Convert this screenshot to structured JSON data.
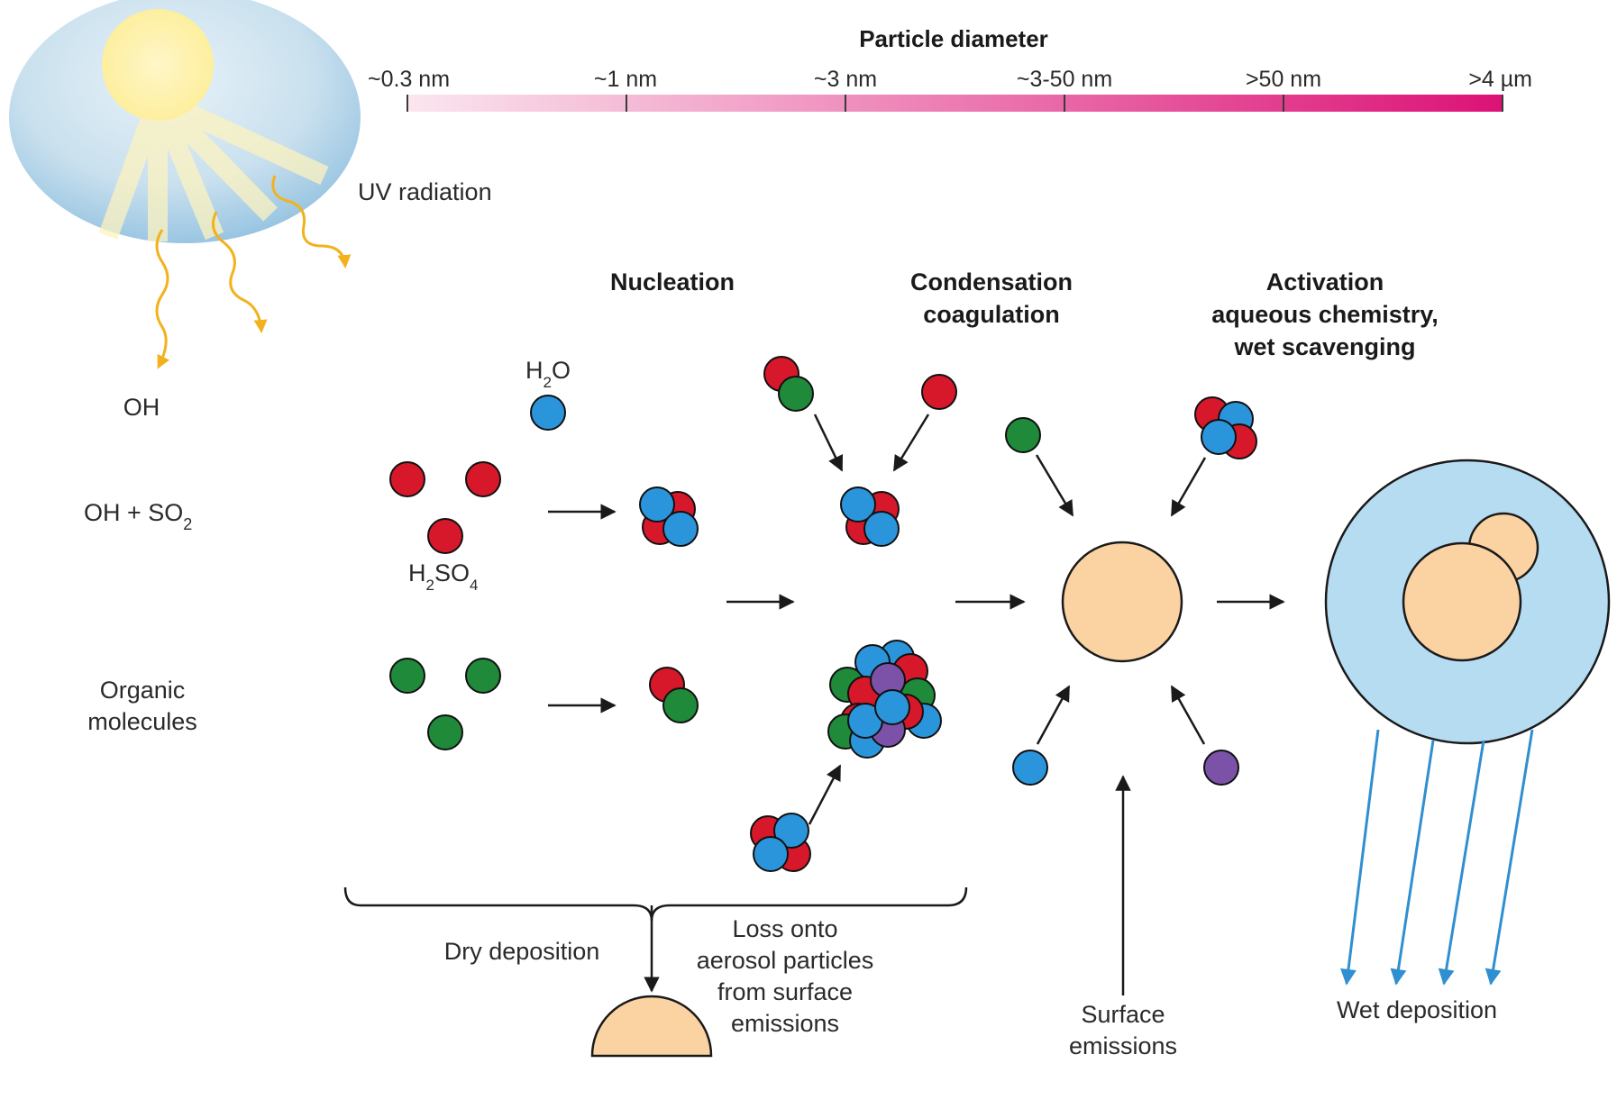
{
  "scale": {
    "title": "Particle diameter",
    "ticks": [
      "~0.3 nm",
      "~1 nm",
      "~3 nm",
      "~3-50 nm",
      ">50 nm",
      ">4 µm"
    ]
  },
  "sun": {
    "uv_label": "UV radiation",
    "oh_label": "OH"
  },
  "rows": {
    "oh_so2": {
      "main": "OH + SO",
      "sub": "2"
    },
    "organic_line1": "Organic",
    "organic_line2": "molecules"
  },
  "molecules": {
    "h2o": {
      "pre": "H",
      "sub": "2",
      "post": "O"
    },
    "h2so4": {
      "pre": "H",
      "sub1": "2",
      "mid": "SO",
      "sub2": "4"
    }
  },
  "stages": {
    "nucleation": "Nucleation",
    "condensation_line1": "Condensation",
    "condensation_line2": "coagulation",
    "activation_line1": "Activation",
    "activation_line2": "aqueous chemistry,",
    "activation_line3": "wet scavenging"
  },
  "bottom": {
    "dry_deposition": "Dry deposition",
    "loss_line1": "Loss onto",
    "loss_line2": "aerosol particles",
    "loss_line3": "from surface",
    "loss_line4": "emissions",
    "surface_line1": "Surface",
    "surface_line2": "emissions",
    "wet_deposition": "Wet deposition"
  },
  "colors": {
    "red": "#d7182a",
    "green": "#1f8a3a",
    "blue": "#2b95dc",
    "purple": "#7b52a8",
    "peach": "#fbd3a3",
    "droplet": "#b6dcf2",
    "uv": "#f2b21e",
    "rain": "#2f8fd0",
    "scale_light": "#fbe3ee",
    "scale_dark": "#dc1276"
  }
}
